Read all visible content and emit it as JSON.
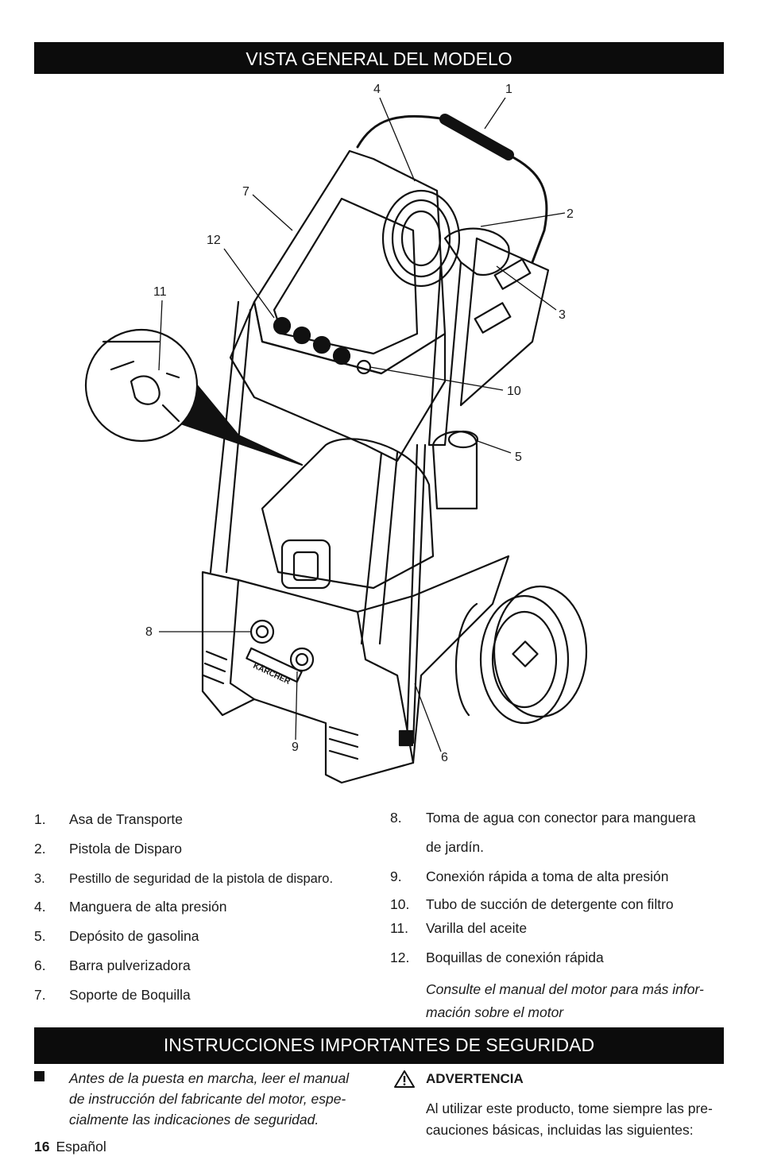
{
  "section1_title": "VISTA GENERAL DEL MODELO",
  "callouts": [
    "1",
    "2",
    "3",
    "4",
    "5",
    "6",
    "7",
    "8",
    "9",
    "10",
    "11",
    "12"
  ],
  "brand_plate": "KÄRCHER",
  "parts_left": [
    {
      "num": "1.",
      "label": "Asa de Transporte"
    },
    {
      "num": "2.",
      "label": "Pistola de Disparo"
    },
    {
      "num": "3.",
      "label": "Pestillo de seguridad de la pistola de disparo."
    },
    {
      "num": "4.",
      "label": "Manguera de alta presión"
    },
    {
      "num": "5.",
      "label": "Depósito de gasolina"
    },
    {
      "num": "6.",
      "label": "Barra pulverizadora"
    },
    {
      "num": "7.",
      "label": "Soporte de Boquilla"
    }
  ],
  "parts_right": [
    {
      "num": "8.",
      "label": "Toma de agua con conector para manguera",
      "label2": "de jardín."
    },
    {
      "num": "9.",
      "label": "Conexión rápida a toma de alta presión"
    },
    {
      "num": "10.",
      "label": "Tubo de succión de detergente con filtro"
    },
    {
      "num": "11.",
      "label": "Varilla del aceite"
    },
    {
      "num": "12.",
      "label": "Boquillas de conexión rápida"
    }
  ],
  "motor_note_line1": "Consulte el manual del motor para más infor-",
  "motor_note_line2": "mación sobre el motor",
  "section2_title": "INSTRUCCIONES IMPORTANTES DE SEGURIDAD",
  "intro_lines": [
    "Antes de la puesta en marcha, leer el manual",
    "de instrucción del fabricante del motor, espe-",
    "cialmente las indicaciones de seguridad."
  ],
  "warning_title": "ADVERTENCIA",
  "warning_lines": [
    "Al utilizar este producto, tome siempre las pre-",
    "cauciones básicas, incluidas las siguientes:"
  ],
  "page_number": "16",
  "language": "Español"
}
